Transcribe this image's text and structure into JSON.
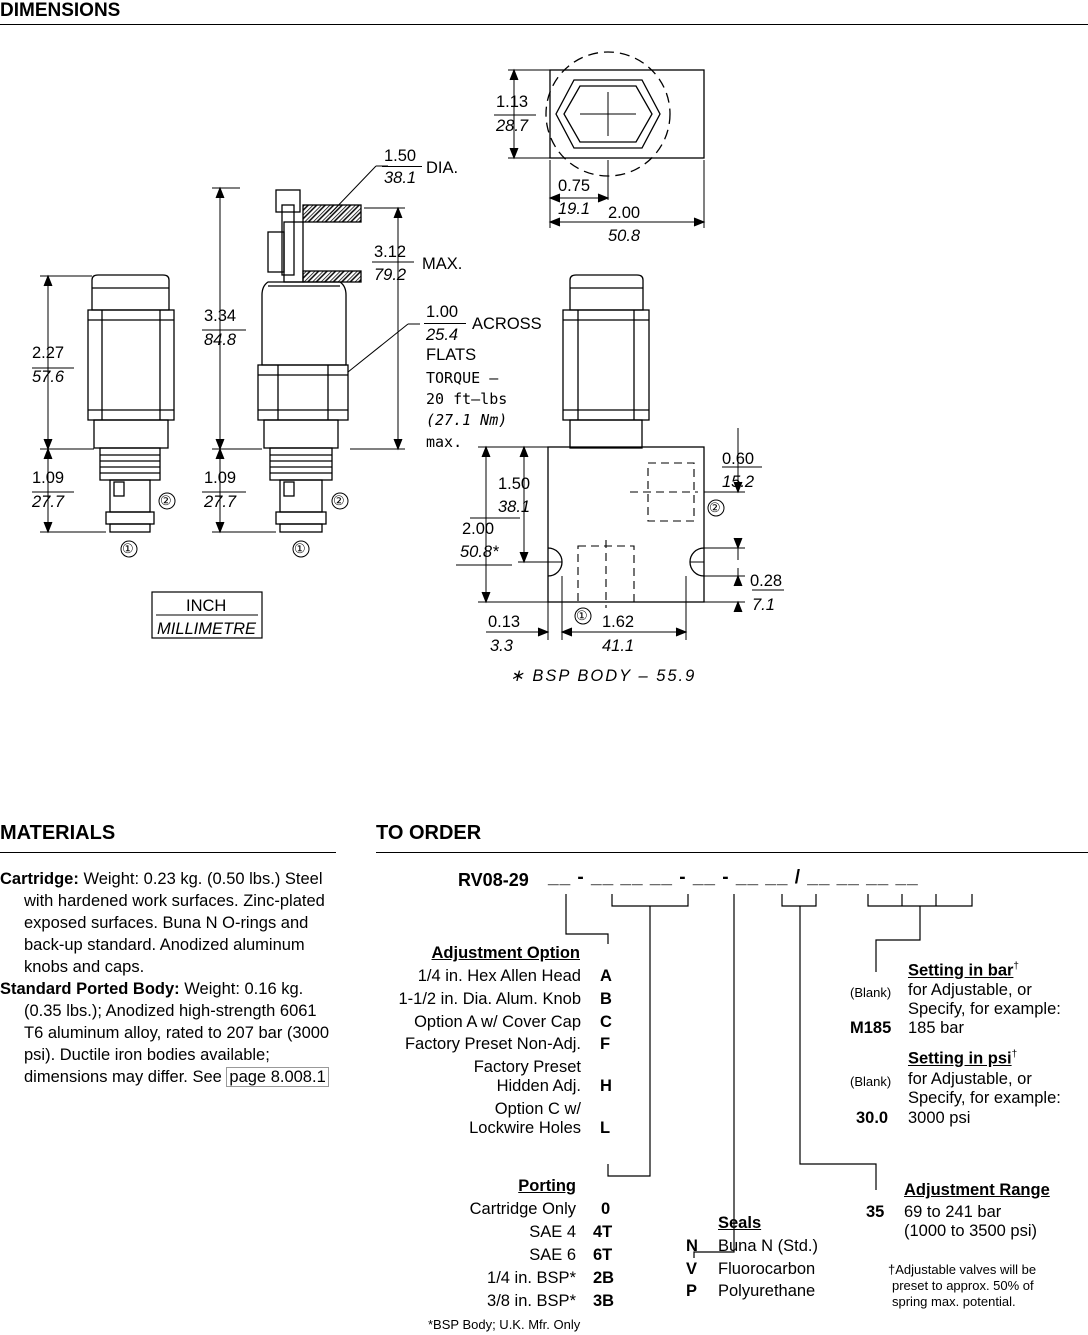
{
  "dimensions": {
    "heading": "DIMENSIONS",
    "cart_left": {
      "height_in": "2.27",
      "height_mm": "57.6",
      "thread_in": "1.09",
      "thread_mm": "27.7"
    },
    "cart_mid": {
      "height_in": "3.34",
      "height_mm": "84.8",
      "thread_in": "1.09",
      "thread_mm": "27.7",
      "dia_in": "1.50",
      "dia_mm": "38.1",
      "dia_label": "DIA.",
      "max_in": "3.12",
      "max_mm": "79.2",
      "max_label": "MAX.",
      "flats_in": "1.00",
      "flats_mm": "25.4",
      "flats_label1": "ACROSS",
      "flats_label2": "FLATS",
      "torque_1": "TORQUE –",
      "torque_2": "20 ft–lbs",
      "torque_3": "(27.1 Nm)",
      "torque_4": "max."
    },
    "top_view": {
      "height_in": "1.13",
      "height_mm": "28.7",
      "offset_in": "0.75",
      "offset_mm": "19.1",
      "width_in": "2.00",
      "width_mm": "50.8"
    },
    "body_view": {
      "port2_in": "0.60",
      "port2_mm": "15.2",
      "h1_in": "1.50",
      "h1_mm": "38.1",
      "h2_in": "2.00",
      "h2_mm": "50.8*",
      "bottom_in": "0.28",
      "bottom_mm": "7.1",
      "edge_in": "0.13",
      "edge_mm": "3.3",
      "span_in": "1.62",
      "span_mm": "41.1",
      "bsp_note": "∗ BSP BODY – 55.9"
    },
    "port_labels": [
      "①",
      "②"
    ],
    "legend": {
      "inch": "INCH",
      "mm": "MILLIMETRE"
    }
  },
  "materials": {
    "heading": "MATERIALS",
    "cartridge_label": "Cartridge:",
    "cartridge_text": "Weight: 0.23 kg. (0.50 lbs.) Steel with hardened work surfaces. Zinc-plated exposed surfaces. Buna N O-rings and back-up standard. Anodized aluminum knobs and caps.",
    "body_label": "Standard Ported Body:",
    "body_text": "Weight: 0.16 kg. (0.35 lbs.); Anodized high-strength 6061 T6 aluminum alloy, rated to 207 bar (3000 psi). Ductile iron bodies available; dimensions may differ. See",
    "body_link": "page 8.008.1"
  },
  "to_order": {
    "heading": "TO ORDER",
    "model": "RV08-29",
    "code_pattern": "__ - __ __ __ - __ - __ __ / __ __ __ __",
    "adjustment": {
      "title": "Adjustment Option",
      "items": [
        {
          "label": "1/4 in. Hex Allen Head",
          "code": "A"
        },
        {
          "label": "1-1/2 in. Dia. Alum. Knob",
          "code": "B"
        },
        {
          "label": "Option A w/ Cover Cap",
          "code": "C"
        },
        {
          "label": "Factory Preset Non-Adj.",
          "code": "F"
        },
        {
          "label1": "Factory Preset",
          "label2": "Hidden Adj.",
          "code": "H"
        },
        {
          "label1": "Option C w/",
          "label2": "Lockwire Holes",
          "code": "L"
        }
      ]
    },
    "porting": {
      "title": "Porting",
      "items": [
        {
          "label": "Cartridge Only",
          "code": "0"
        },
        {
          "label": "SAE 4",
          "code": "4T"
        },
        {
          "label": "SAE 6",
          "code": "6T"
        },
        {
          "label": "1/4 in. BSP*",
          "code": "2B"
        },
        {
          "label": "3/8 in. BSP*",
          "code": "3B"
        }
      ],
      "note": "*BSP Body; U.K. Mfr. Only"
    },
    "seals": {
      "title": "Seals",
      "items": [
        {
          "code": "N",
          "label": "Buna N (Std.)"
        },
        {
          "code": "V",
          "label": "Fluorocarbon"
        },
        {
          "code": "P",
          "label": "Polyurethane"
        }
      ]
    },
    "setting_bar": {
      "title": "Setting in bar",
      "sup": "†",
      "blank": "(Blank)",
      "line1": "for Adjustable, or",
      "line2": "Specify, for example:",
      "example_code": "M185",
      "example_value": "185 bar"
    },
    "setting_psi": {
      "title": "Setting in psi",
      "sup": "†",
      "blank": "(Blank)",
      "line1": "for Adjustable, or",
      "line2": "Specify, for example:",
      "example_code": "30.0",
      "example_value": "3000 psi"
    },
    "range": {
      "title": "Adjustment Range",
      "code": "35",
      "line1": "69 to 241 bar",
      "line2": "(1000 to 3500 psi)",
      "note1": "†Adjustable valves will be",
      "note2": "preset to approx. 50% of",
      "note3": "spring max. potential."
    }
  }
}
